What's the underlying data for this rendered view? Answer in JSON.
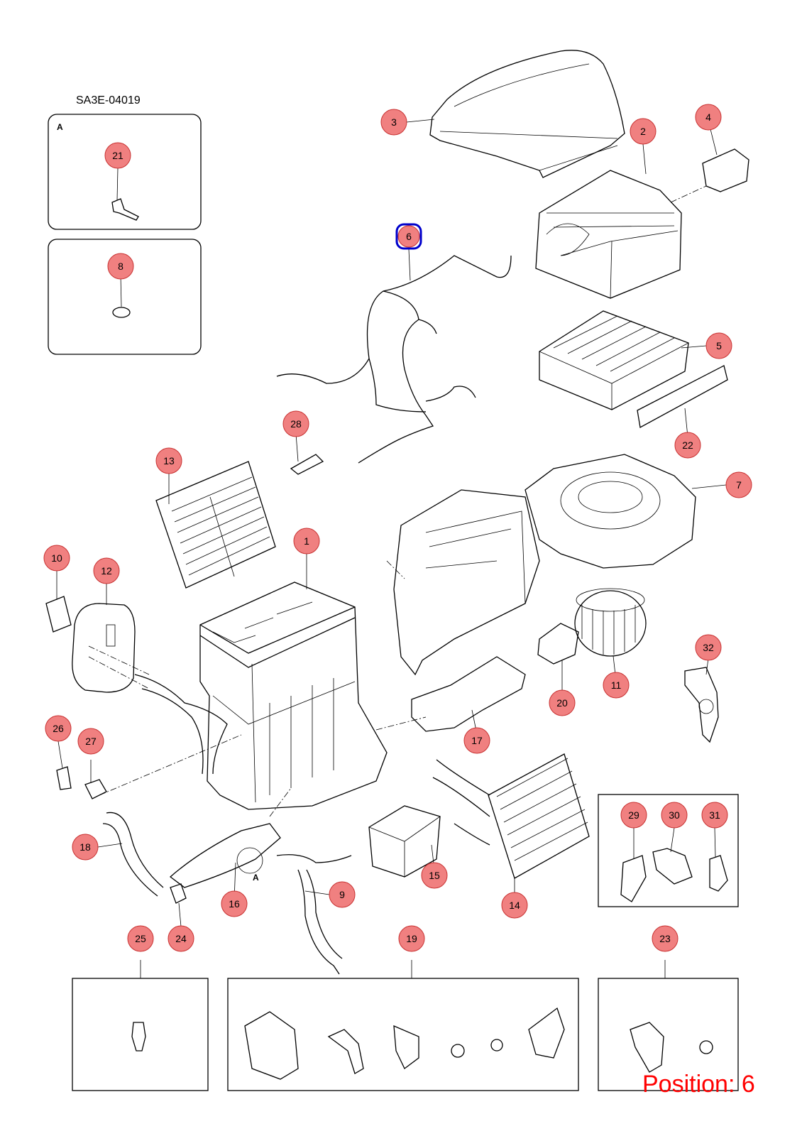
{
  "diagram_code": "SA3E-04019",
  "inset_label": "A",
  "position_text": "Position: 6",
  "highlighted_callout": "6",
  "colors": {
    "callout_fill": "#f08080",
    "callout_stroke": "#c83232",
    "highlight": "#0000cc",
    "position_text": "#ff0000"
  },
  "callouts": [
    {
      "id": "1",
      "label": "1"
    },
    {
      "id": "2",
      "label": "2"
    },
    {
      "id": "3",
      "label": "3"
    },
    {
      "id": "4",
      "label": "4"
    },
    {
      "id": "5",
      "label": "5"
    },
    {
      "id": "6",
      "label": "6"
    },
    {
      "id": "7",
      "label": "7"
    },
    {
      "id": "8",
      "label": "8"
    },
    {
      "id": "9",
      "label": "9"
    },
    {
      "id": "10",
      "label": "10"
    },
    {
      "id": "11",
      "label": "11"
    },
    {
      "id": "12",
      "label": "12"
    },
    {
      "id": "13",
      "label": "13"
    },
    {
      "id": "14",
      "label": "14"
    },
    {
      "id": "15",
      "label": "15"
    },
    {
      "id": "16",
      "label": "16"
    },
    {
      "id": "17",
      "label": "17"
    },
    {
      "id": "18",
      "label": "18"
    },
    {
      "id": "19",
      "label": "19"
    },
    {
      "id": "20",
      "label": "20"
    },
    {
      "id": "21",
      "label": "21"
    },
    {
      "id": "22",
      "label": "22"
    },
    {
      "id": "23",
      "label": "23"
    },
    {
      "id": "24",
      "label": "24"
    },
    {
      "id": "25",
      "label": "25"
    },
    {
      "id": "26",
      "label": "26"
    },
    {
      "id": "27",
      "label": "27"
    },
    {
      "id": "28",
      "label": "28"
    },
    {
      "id": "29",
      "label": "29"
    },
    {
      "id": "30",
      "label": "30"
    },
    {
      "id": "31",
      "label": "31"
    },
    {
      "id": "32",
      "label": "32"
    }
  ]
}
